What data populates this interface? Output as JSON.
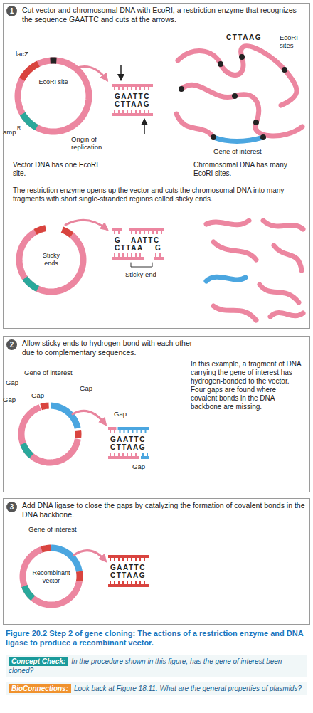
{
  "diagram": {
    "caption": "Figure 20.2 Step 2 of gene cloning: The actions of a restriction enzyme and DNA ligase to produce a recombinant vector.",
    "nodes": [
      {
        "text": [
          "Cut vector and chromosomal DNA with EcoRI, a restriction enzyme that recognizes the sequence GAATTC and cuts at the arrows."
        ]
      },
      {
        "text": [
          "Allow sticky ends to hydrogen-bond with each other due to complementary sequences."
        ]
      },
      {
        "text": [
          "Add DNA ligase to close the gaps by catalyzing the formation of covalent bonds in the DNA backbone."
        ]
      },
      {
        "text": [
          "Concept Check:",
          "In the procedure shown in this figure, has the gene of interest been cloned?"
        ]
      },
      {
        "text": [
          "BioConnections:",
          "Look back at Figure 18.11. What are the general properties of plasmids?"
        ]
      }
    ],
    "labels": [
      "1",
      "CTTAAG",
      "EcoRI sites",
      "lacZ",
      "EcoRI site",
      "GAATTC",
      "CTTAAG",
      "amp",
      "R",
      "Origin of replication",
      "Gene of interest",
      "Vector DNA has one EcoRI site.",
      "Chromosomal DNA has many EcoRI sites.",
      "The restriction enzyme opens up the vector and cuts the chromosomal DNA into many fragments with short single-stranded regions called sticky ends.",
      "Sticky ends",
      "G",
      "CTTAA",
      "AATTC",
      "G",
      "Sticky end",
      "2",
      "Gene of interest",
      "Gap",
      "Gap",
      "Gap",
      "Gap",
      "Gap",
      "GAATTC",
      "CTTAAG",
      "Gap",
      "In this example, a fragment of DNA carrying the gene of interest has hydrogen-bonded to the vector. Four gaps are found where covalent bonds in the DNA backbone are missing.",
      "3",
      "Gene of interest",
      "Recombinant vector",
      "GAATTC",
      "CTTAAG"
    ]
  }
}
